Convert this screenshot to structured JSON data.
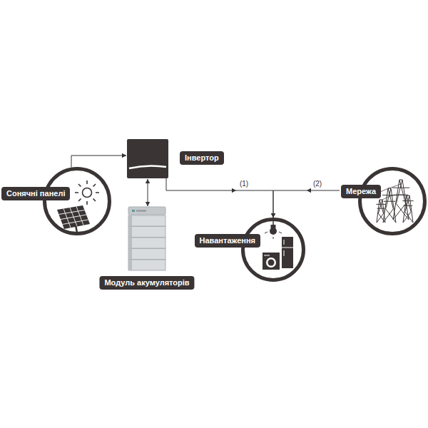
{
  "diagram": {
    "nodes": [
      {
        "text": [
          "Сонячні панелі"
        ]
      },
      {
        "text": [
          "Інвертор"
        ]
      },
      {
        "text": [
          "Модуль акумуляторів"
        ]
      },
      {
        "text": [
          "Навантаження"
        ]
      },
      {
        "text": [
          "Мережа"
        ]
      }
    ],
    "edges": [
      {
        "from": 0,
        "to": 1,
        "arrow": "to"
      },
      {
        "from": 1,
        "to": 2,
        "arrow": "both"
      },
      {
        "from": 1,
        "to": 3,
        "label": "(1)",
        "arrow": "to"
      },
      {
        "from": 4,
        "to": 3,
        "label": "(2)",
        "arrow": "to"
      }
    ]
  }
}
